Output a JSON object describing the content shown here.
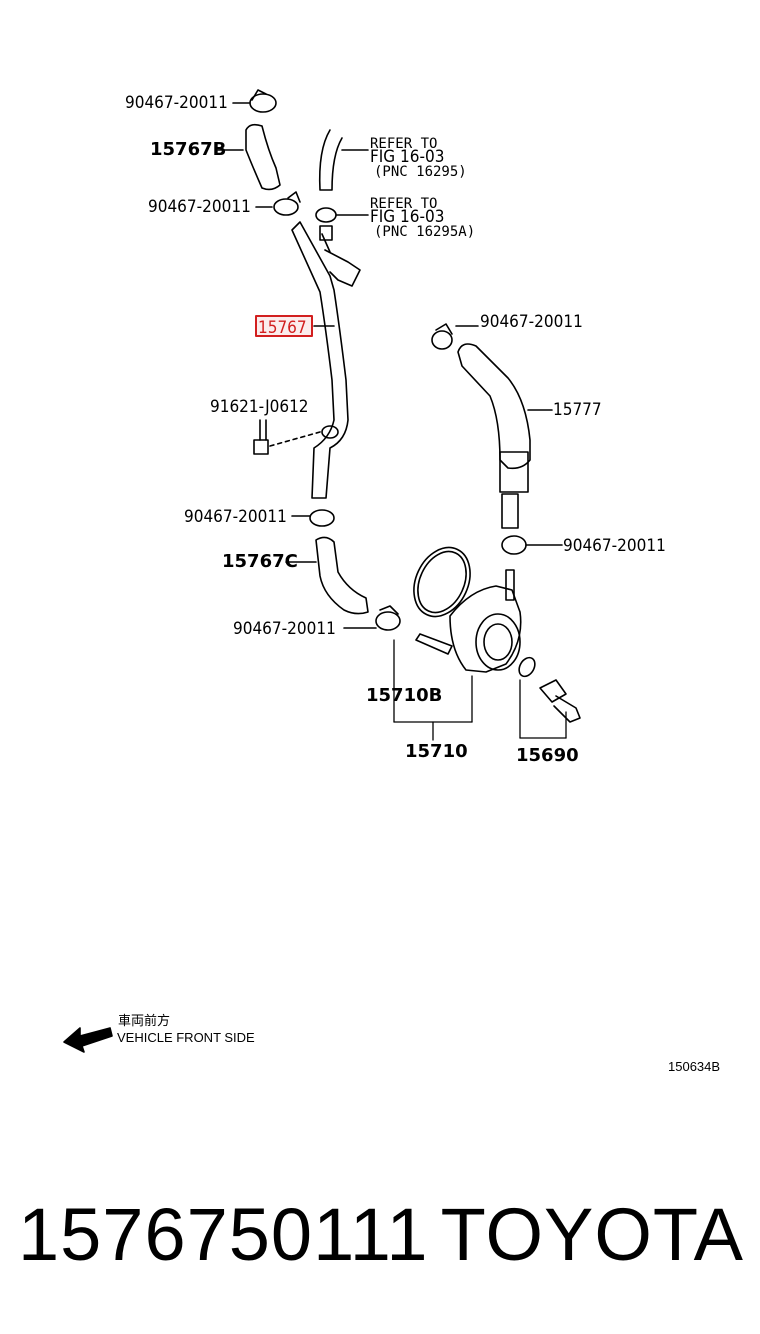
{
  "diagram": {
    "labels": {
      "clamp_top_left": "90467-20011",
      "hose_15767b": "15767B",
      "refer_1_line1": "REFER TO",
      "refer_1_line2": "FIG 16-03",
      "refer_1_line3": "(PNC 16295)",
      "clamp_upper": "90467-20011",
      "refer_2_line1": "REFER TO",
      "refer_2_line2": "FIG 16-03",
      "refer_2_line3": "(PNC 16295A)",
      "hose_15767": "15767",
      "clamp_right_top": "90467-20011",
      "bolt": "91621-J0612",
      "hose_15777": "15777",
      "clamp_mid_left": "90467-20011",
      "clamp_right_mid": "90467-20011",
      "hose_15767c": "15767C",
      "clamp_lower": "90467-20011",
      "gasket_15710b": "15710B",
      "cooler_15710": "15710",
      "plug_15690": "15690",
      "front_jp": "車両前方",
      "front_en": "VEHICLE FRONT SIDE",
      "figure_code": "150634B"
    },
    "highlight_color": "#d21f1f"
  },
  "footer": {
    "part_number": "1576750111",
    "brand": "TOYOTA"
  }
}
